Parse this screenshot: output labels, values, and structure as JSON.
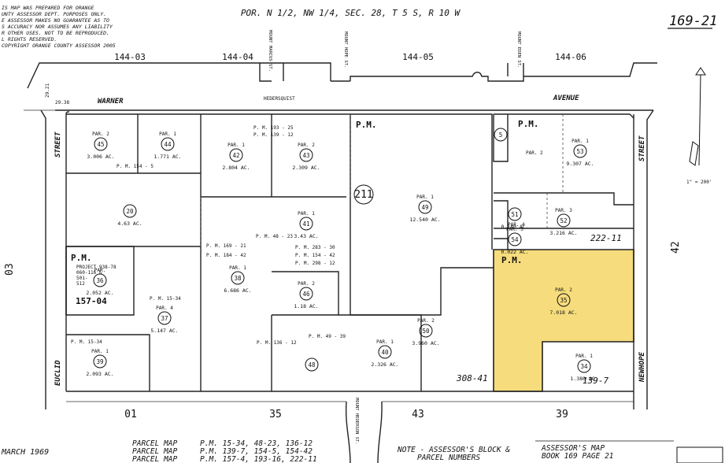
{
  "header": {
    "title": "POR. N 1/2, NW 1/4, SEC. 28, T 5 S, R 10 W",
    "page_ref": "169-21",
    "disclaimer": [
      "IS MAP WAS PREPARED FOR ORANGE",
      "UNTY ASSESSOR DEPT. PURPOSES ONLY.",
      "E ASSESSOR MAKES NO GUARANTEE AS TO",
      "S ACCURACY NOR ASSUMES ANY LIABILITY",
      "R OTHER USES.  NOT TO BE REPRODUCED.",
      "L RIGHTS RESERVED.",
      "COPYRIGHT ORANGE COUNTY ASSESSOR 2005"
    ]
  },
  "adjacent_books": {
    "top": [
      "144-03",
      "144-04",
      "144-05",
      "144-06"
    ],
    "left": "03",
    "right": "42",
    "bottom": [
      "01",
      "35",
      "43",
      "39"
    ]
  },
  "streets": {
    "warner": "WARNER",
    "avenue": "AVENUE",
    "euclid_street": "STREET",
    "euclid": "EUCLID",
    "newhope_street": "STREET",
    "newhope": "NEWHOPE",
    "vertical_small": [
      "MOUNT MARCUS ST.",
      "MOUNT HOPE ST.",
      "MOUNT EDEN ST.",
      "MOUNT HEDERSON ST."
    ],
    "hedersquist": "HEDERSQUIST"
  },
  "parcels": [
    {
      "id": "45",
      "par": "PAR. 2",
      "acres": "3.006 AC."
    },
    {
      "id": "44",
      "par": "PAR. 1",
      "acres": "1.771 AC."
    },
    {
      "id": "42",
      "par": "PAR. 1",
      "acres": "2.804 AC."
    },
    {
      "id": "43",
      "par": "PAR. 2",
      "acres": "2.309 AC."
    },
    {
      "id": "20",
      "par": "",
      "acres": "4.63 AC."
    },
    {
      "id": "41",
      "par": "PAR. 1",
      "acres": "3.43 AC."
    },
    {
      "id": "49",
      "par": "PAR. 1",
      "acres": "12.540 AC."
    },
    {
      "id": "53",
      "par": "PAR. 1",
      "acres": "9.307 AC."
    },
    {
      "id": "5",
      "par": "",
      "acres": ""
    },
    {
      "id": "51",
      "par": "",
      "acres": "0.140 AC."
    },
    {
      "id": "52",
      "par": "PAR. 3",
      "acres": "3.216 AC."
    },
    {
      "id": "54",
      "par": "PAR. 5",
      "acres": "0.022 AC."
    },
    {
      "id": "36",
      "par": "PAR.",
      "acres": "2.052 AC."
    },
    {
      "id": "38",
      "par": "PAR. 1",
      "acres": "6.686 AC."
    },
    {
      "id": "46",
      "par": "PAR. 2",
      "acres": "1.18 AC."
    },
    {
      "id": "37",
      "par": "PAR. 4",
      "acres": "5.147 AC."
    },
    {
      "id": "35",
      "par": "PAR. 2",
      "acres": "7.018 AC."
    },
    {
      "id": "50",
      "par": "PAR. 2",
      "acres": "3.960 AC."
    },
    {
      "id": "40",
      "par": "PAR. 1",
      "acres": "2.326 AC."
    },
    {
      "id": "48",
      "par": "",
      "acres": ""
    },
    {
      "id": "39",
      "par": "PAR. 1",
      "acres": "2.093 AC."
    },
    {
      "id": "34",
      "par": "PAR. 1",
      "acres": "1.380 AC."
    }
  ],
  "labels": {
    "pm": "P.M.",
    "block_211": "211",
    "ref_222_11": "222-11",
    "ref_157_04": "157-04",
    "ref_308_41": "308-41",
    "ref_139_7": "139-7",
    "par2_top": "PAR. 2",
    "par4": "PAR. 4",
    "pm_154_5": "P. M.  154 - 5",
    "pm_15_34": "P. M.  15-34",
    "pm_15_34b": "P. M.  15-34",
    "pm_48_23": "P. M.  48 - 23",
    "pm_169_21": "P. M.  169 - 21",
    "pm_184_42": "P. M.  184 - 42",
    "pm_136_12": "P. M.  136 - 12",
    "pm_49_39": "P. M.  49 - 39",
    "pm_193_25": "P. M.  193 - 25",
    "pm_139_12": "P. M.  139 - 12",
    "pm_283_30": "P. M.  283 - 30",
    "pm_154_42": "P. M.  154 - 42",
    "pm_298_12": "P. M.  298 - 12",
    "project": [
      "PROJECT 938-78",
      "060-116 &",
      "501-",
      "512"
    ],
    "warner_elev": [
      "29.21",
      "29.38"
    ]
  },
  "highlight": {
    "color": "#f6dc7c",
    "parcel": "35"
  },
  "footer": {
    "date": "MARCH 1969",
    "parcel_map_lines": [
      {
        "left": "PARCEL  MAP",
        "right": "P.M.  15-34,  48-23,  136-12"
      },
      {
        "left": "PARCEL  MAP",
        "right": "P.M.  139-7,  154-5,  154-42"
      },
      {
        "left": "PARCEL  MAP",
        "right": "P.M.  157-4,  193-16,  222-11"
      }
    ],
    "note": [
      "NOTE - ASSESSOR'S BLOCK &",
      "PARCEL NUMBERS"
    ],
    "book": [
      "ASSESSOR'S MAP",
      "BOOK 169  PAGE 21"
    ]
  },
  "scale": "1\" = 200'"
}
